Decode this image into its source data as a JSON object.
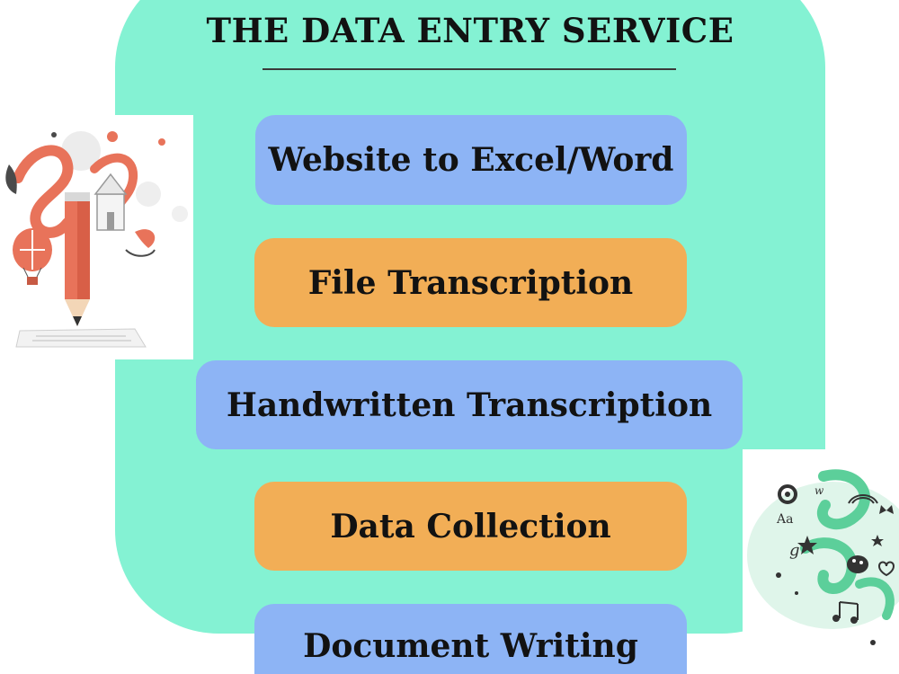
{
  "title": "THE DATA ENTRY SERVICE",
  "services": [
    {
      "label": "Website to Excel/Word",
      "color": "#8db4f5"
    },
    {
      "label": "File Transcription",
      "color": "#f2ae56"
    },
    {
      "label": "Handwritten Transcription",
      "color": "#8db4f5"
    },
    {
      "label": "Data Collection",
      "color": "#f2ae56"
    },
    {
      "label": "Document Writing",
      "color": "#8db4f5"
    }
  ],
  "colors": {
    "panel": "#84f2d3",
    "blue": "#8db4f5",
    "orange": "#f2ae56",
    "illustration_left_accent": "#e8735a",
    "illustration_right_accent": "#5ccf9a"
  },
  "illustrations": {
    "left": "pencil-creativity-illustration",
    "right": "writing-symbols-illustration"
  }
}
